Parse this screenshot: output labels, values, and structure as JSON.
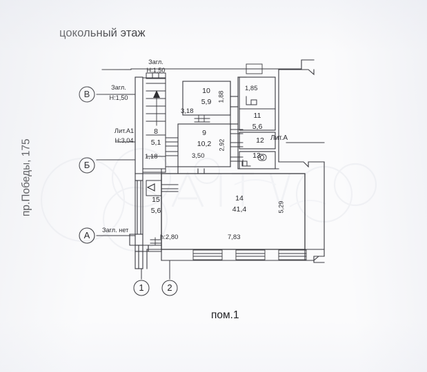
{
  "sheet": {
    "title": "цокольный этаж",
    "street_label": "пр.Победы, 175",
    "premises_label": "пом.1",
    "background_color": "#fbfbfc",
    "ink_color": "#2b2b2b"
  },
  "axes": {
    "vertical_letters": [
      {
        "id": "B",
        "label": "В",
        "note_top": "Загл.",
        "note_bottom": "H:1,50"
      },
      {
        "id": "Bb",
        "label": "Б",
        "note_top": "",
        "note_bottom": ""
      },
      {
        "id": "A",
        "label": "А",
        "note_top": "Загл. нет",
        "note_bottom": ""
      }
    ],
    "horizontal_numbers": [
      {
        "id": "1",
        "label": "1"
      },
      {
        "id": "2",
        "label": "2"
      }
    ]
  },
  "annotations": {
    "top_seal": {
      "line1": "Загл.",
      "line2": "H:1,50"
    },
    "lit_a1": {
      "line1": "Лит.А1",
      "line2": "H:3,04"
    },
    "lit_a": {
      "label": "Лит.А"
    },
    "height_note": {
      "label": "h:2,80"
    }
  },
  "rooms": [
    {
      "id": "8",
      "number": "8",
      "area": "5,1",
      "width_dim": "1,18",
      "height_dim": ""
    },
    {
      "id": "9",
      "number": "9",
      "area": "10,2",
      "width_dim": "3,50",
      "height_dim": "2,92"
    },
    {
      "id": "10",
      "number": "10",
      "area": "5,9",
      "width_dim": "3,18",
      "height_dim": "1,88"
    },
    {
      "id": "11",
      "number": "11",
      "area": "5,6",
      "width_dim": "1,85",
      "height_dim": ""
    },
    {
      "id": "12",
      "number": "12",
      "area": "",
      "width_dim": "",
      "height_dim": ""
    },
    {
      "id": "13",
      "number": "13",
      "area": "",
      "width_dim": "",
      "height_dim": ""
    },
    {
      "id": "14",
      "number": "14",
      "area": "41,4",
      "width_dim": "7,83",
      "height_dim": "5,29"
    },
    {
      "id": "15",
      "number": "15",
      "area": "5,6",
      "width_dim": "",
      "height_dim": ""
    }
  ],
  "symbols": {
    "stair_up_arrow": "stair-direction-arrow",
    "entrance_arrow": "entrance-direction-arrow",
    "sink_13": "sink-icon",
    "wc_13": "wc-icon",
    "wc_11": "wc-icon"
  }
}
